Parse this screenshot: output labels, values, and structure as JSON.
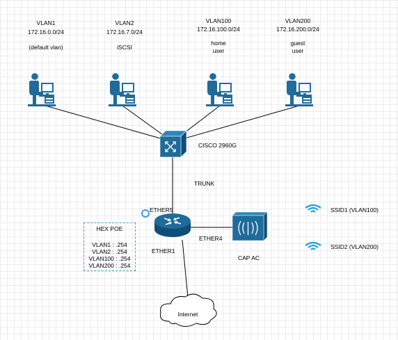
{
  "colors": {
    "device_blue": "#1f6b99",
    "device_dark": "#0e4e78",
    "wifi_blue": "#1aa3df",
    "dashed_border": "#3aa0cf",
    "line": "#000000"
  },
  "users": [
    {
      "vlan": "VLAN1",
      "subnet": "172.16.0.0/24",
      "desc": "(default vlan)",
      "icon": "user-workstation-icon"
    },
    {
      "vlan": "VLAN2",
      "subnet": "172.16.7.0/24",
      "desc": "iSCSI",
      "icon": "user-workstation-icon"
    },
    {
      "vlan": "VLAN100",
      "subnet": "172.16.100.0/24",
      "desc": "home\nuser",
      "icon": "user-workstation-icon"
    },
    {
      "vlan": "VLAN200",
      "subnet": "172.16.200.0/24",
      "desc": "guest\nuser",
      "icon": "user-workstation-icon"
    }
  ],
  "switch": {
    "label": "CISCO 2960G",
    "icon": "switch-icon"
  },
  "trunk_label": "TRUNK",
  "router": {
    "port_top": "ETHER5",
    "port_right": "ETHER4",
    "port_bottom": "ETHER1",
    "icon": "router-icon"
  },
  "vlan_box": {
    "title": "HEX POE",
    "rows": [
      "VLAN1 : .254",
      "VLAN2 : .254",
      "VLAN100 : .254",
      "VLAN200 : .254"
    ]
  },
  "ap": {
    "label": "CAP AC",
    "icon": "access-point-icon"
  },
  "ssids": [
    {
      "label": "SSID1 (VLAN100)",
      "icon": "wifi-icon"
    },
    {
      "label": "SSID2 (VLAN200)",
      "icon": "wifi-icon"
    }
  ],
  "internet": {
    "label": "Internet",
    "icon": "cloud-icon"
  }
}
